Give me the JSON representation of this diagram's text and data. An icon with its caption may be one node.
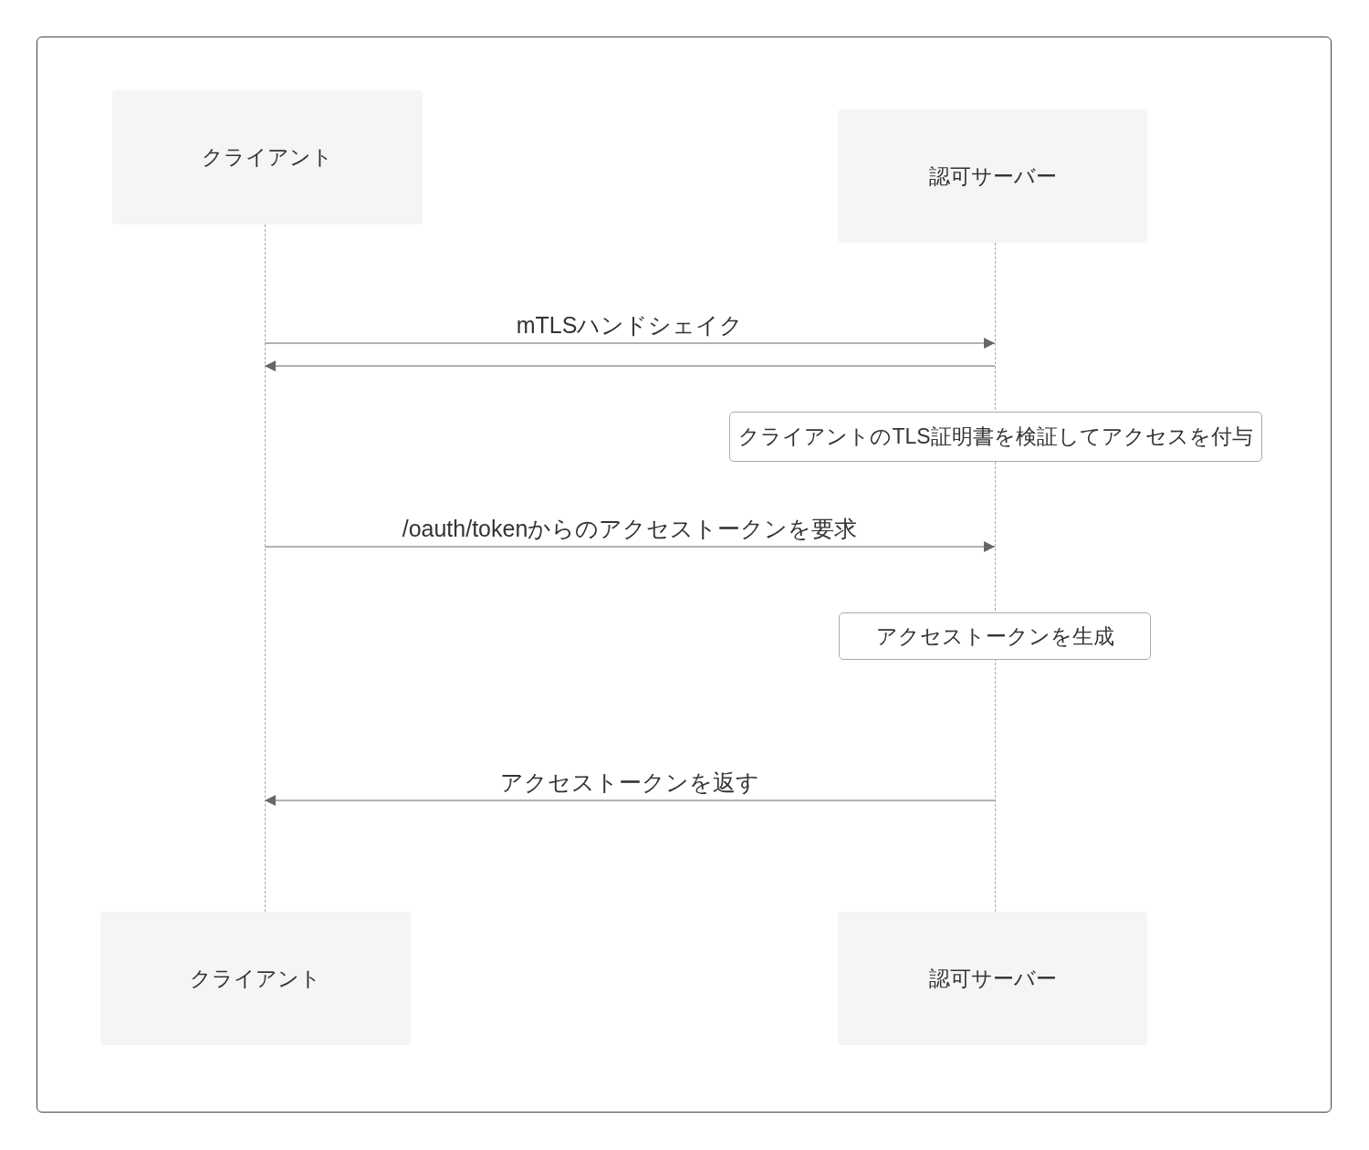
{
  "diagram": {
    "nodes": [
      {
        "text": [
          "クライアント"
        ]
      },
      {
        "text": [
          "認可サーバー"
        ]
      },
      {
        "text": [],
        "shape": "line"
      },
      {
        "text": [],
        "shape": "line"
      },
      {
        "text": [
          "クライアントのTLS証明書を検証してアクセスを付与"
        ]
      },
      {
        "text": [
          "アクセストークンを生成"
        ]
      },
      {
        "text": [
          "クライアント"
        ]
      },
      {
        "text": [
          "認可サーバー"
        ]
      }
    ],
    "edges": [
      {
        "from": 2,
        "to": 3,
        "arrow": "to",
        "label": "mTLSハンドシェイク"
      },
      {
        "from": 3,
        "to": 2,
        "arrow": "to"
      },
      {
        "from": 2,
        "to": 3,
        "arrow": "to",
        "label": "/oauth/tokenからのアクセストークンを要求"
      },
      {
        "from": 3,
        "to": 2,
        "arrow": "to",
        "label": "アクセストークンを返す"
      }
    ]
  }
}
